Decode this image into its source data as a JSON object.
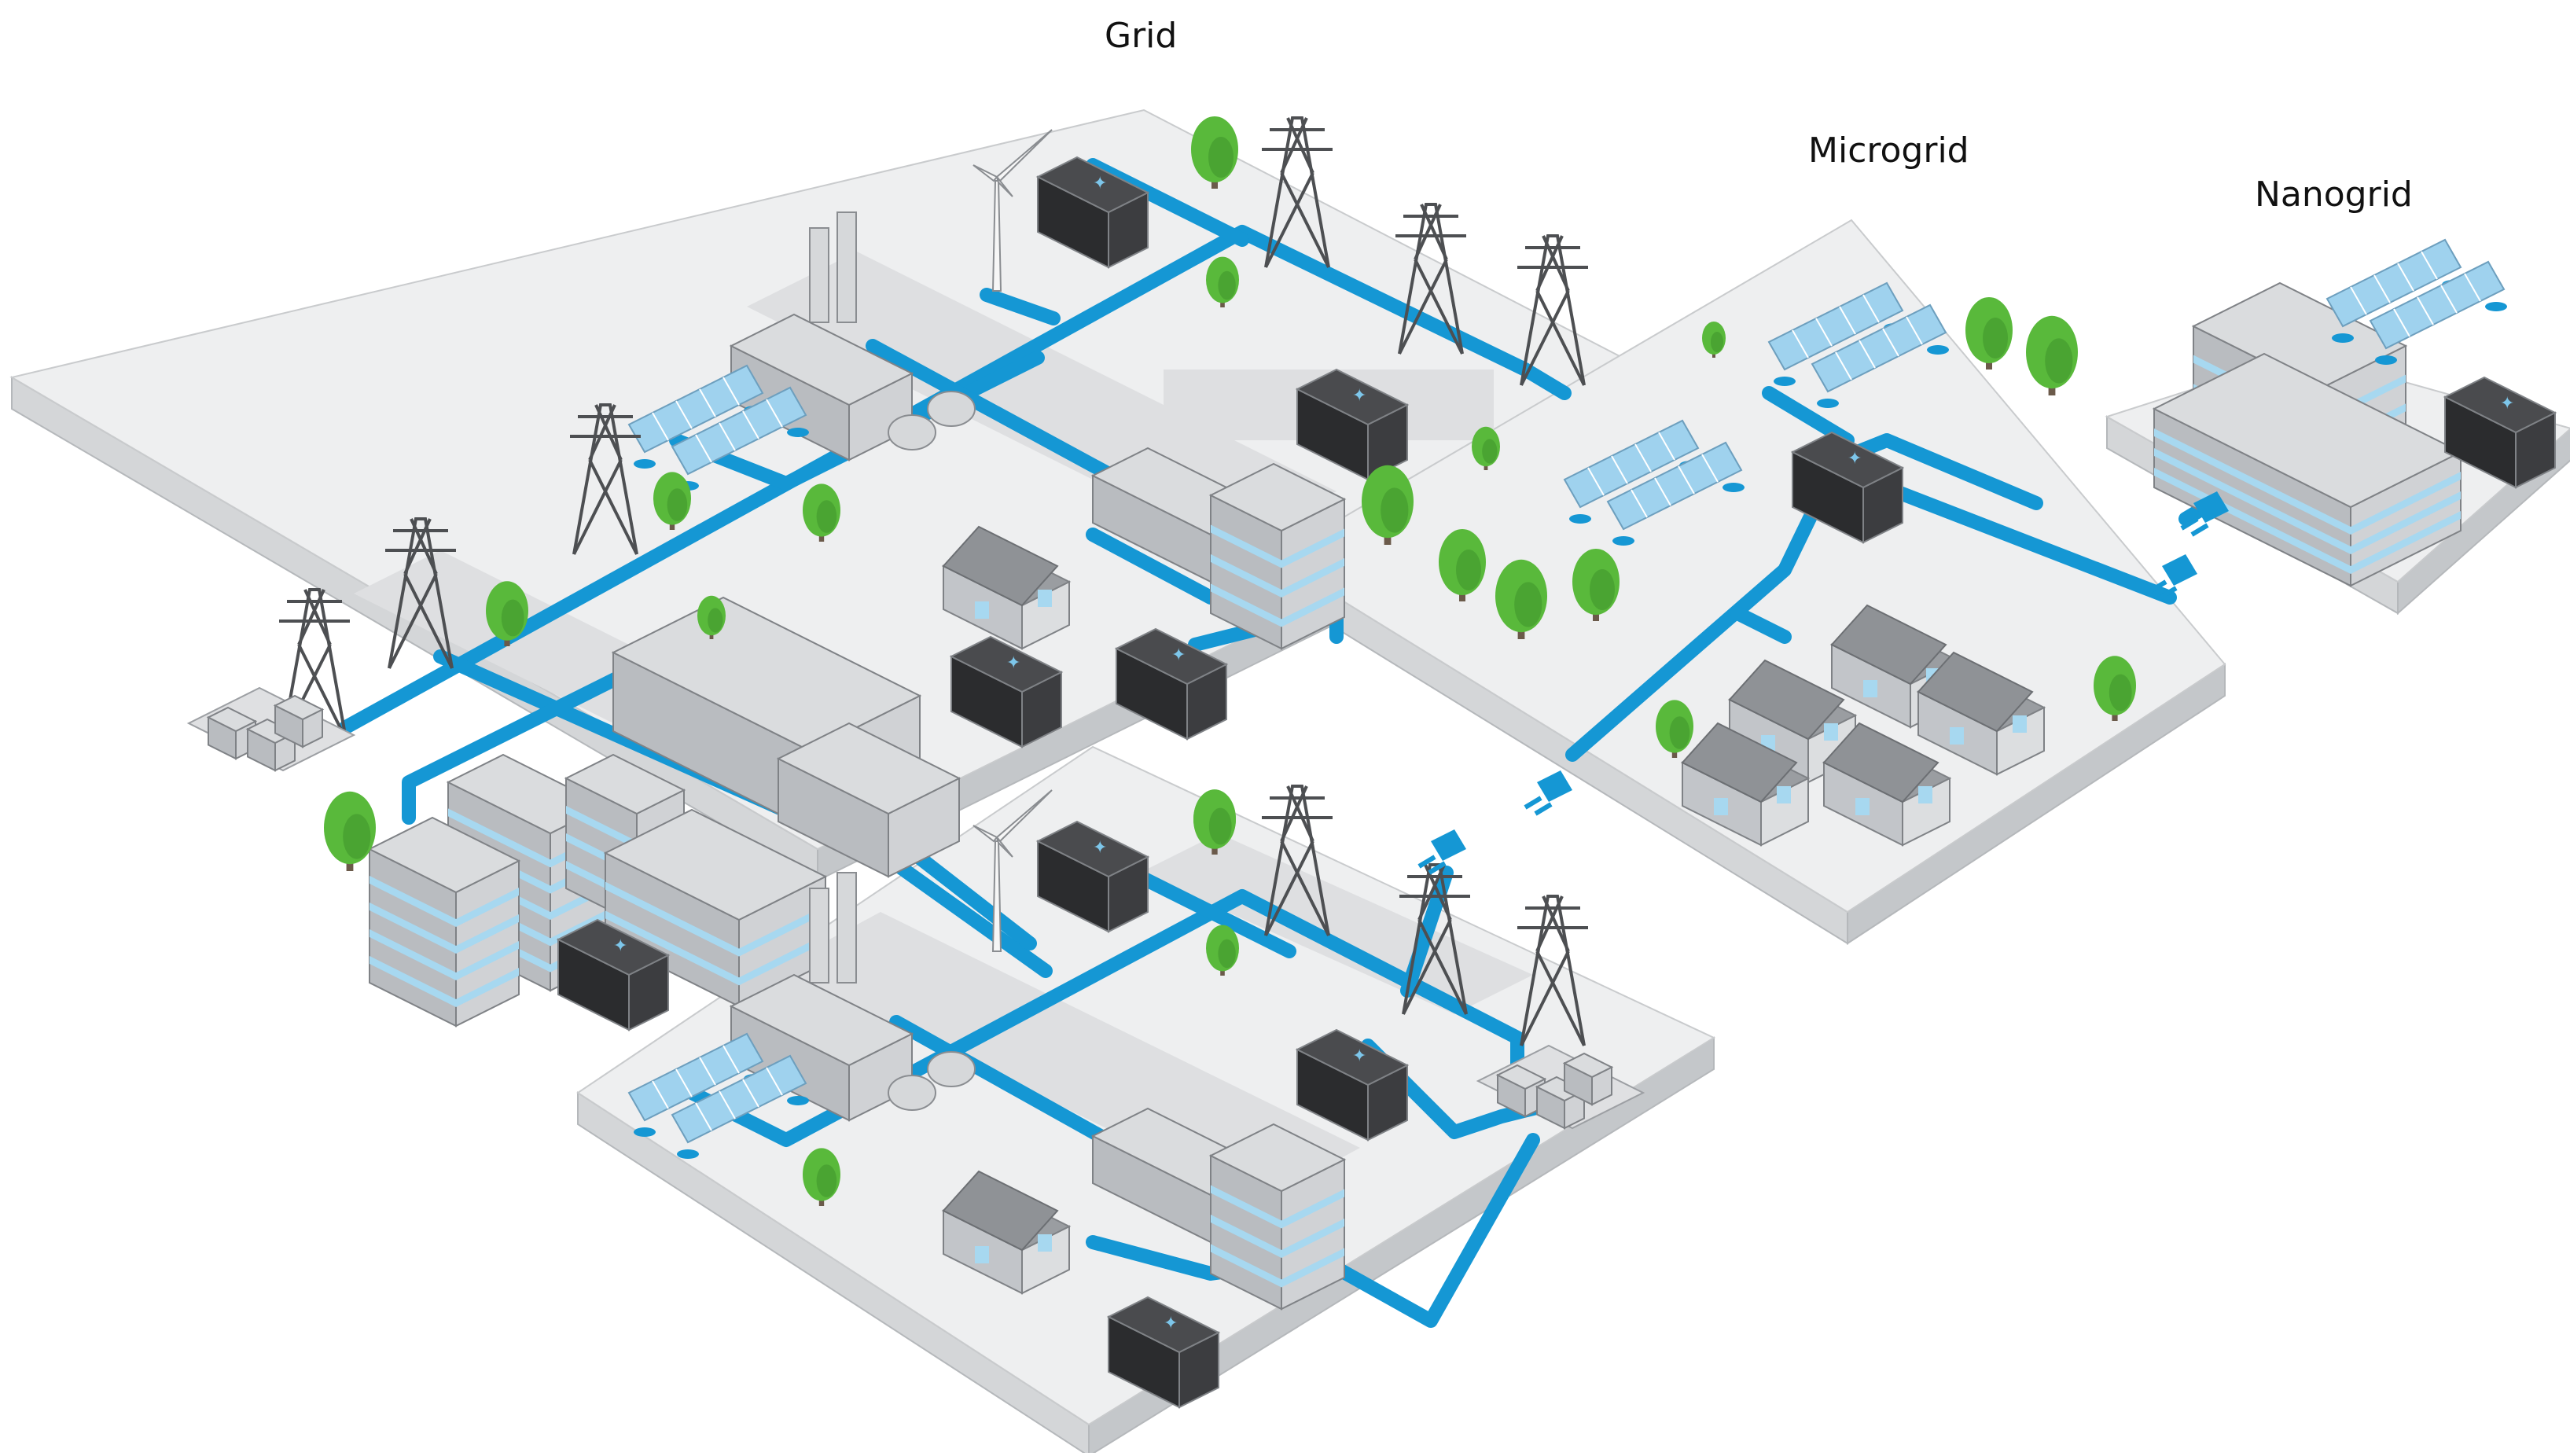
{
  "labels": {
    "grid": "Grid",
    "microgrid": "Microgrid",
    "nanogrid": "Nanogrid"
  },
  "colors": {
    "line": "#1597d4",
    "platform_top": "#eeeff0",
    "platform_side": "#d4d6d8",
    "platform_front": "#c4c7ca",
    "road": "#dedfe1",
    "building": "#b9bcc0",
    "building_dark": "#8c8f93",
    "window": "#a7d8f0",
    "battery": "#2a2b2d",
    "tree": "#59b93b",
    "tree_dark": "#3c8f2a",
    "pylon": "#4d4f52",
    "solar": "#9fd2ee"
  },
  "icons": [
    "battery-icon",
    "tree-icon",
    "transmission-tower-icon",
    "wind-turbine-icon",
    "solar-panel-icon",
    "factory-icon",
    "house-icon",
    "office-building-icon",
    "hospital-icon",
    "substation-icon",
    "plug-icon"
  ]
}
